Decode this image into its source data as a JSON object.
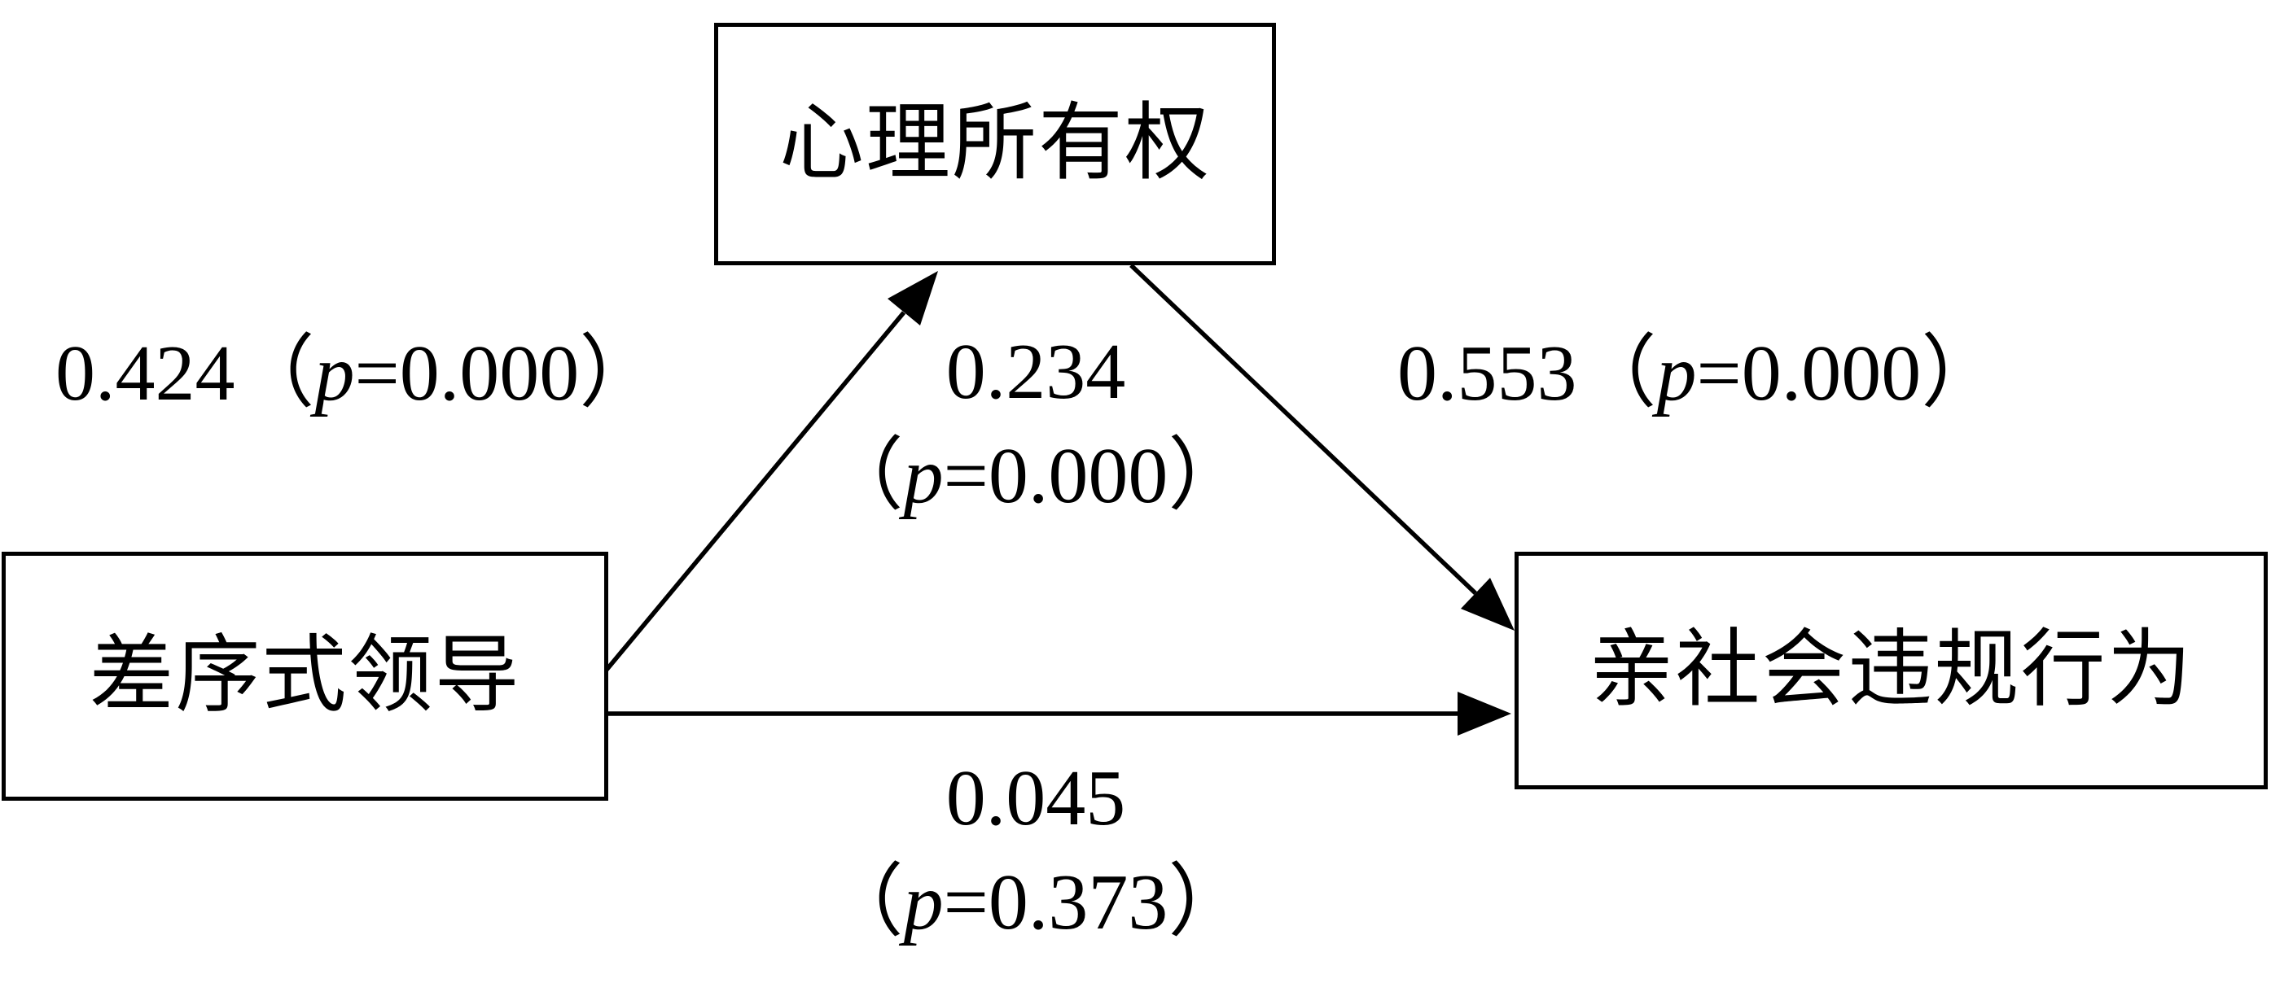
{
  "nodes": {
    "mediator": "心理所有权",
    "predictor": "差序式领导",
    "outcome": "亲社会违规行为"
  },
  "paths": {
    "predictor_to_mediator": {
      "coefficient": "0.424",
      "p_open": "（",
      "p_symbol": "p",
      "p_value": "=0.000",
      "p_close": "）"
    },
    "indirect": {
      "coefficient": "0.234",
      "p_open": "（",
      "p_symbol": "p",
      "p_value": "=0.000",
      "p_close": "）"
    },
    "mediator_to_outcome": {
      "coefficient": "0.553",
      "p_open": "（",
      "p_symbol": "p",
      "p_value": "=0.000",
      "p_close": "）"
    },
    "direct": {
      "coefficient": "0.045",
      "p_open": "（",
      "p_symbol": "p",
      "p_value": "=0.373",
      "p_close": "）"
    }
  },
  "colors": {
    "stroke": "#000000",
    "background": "#ffffff"
  }
}
